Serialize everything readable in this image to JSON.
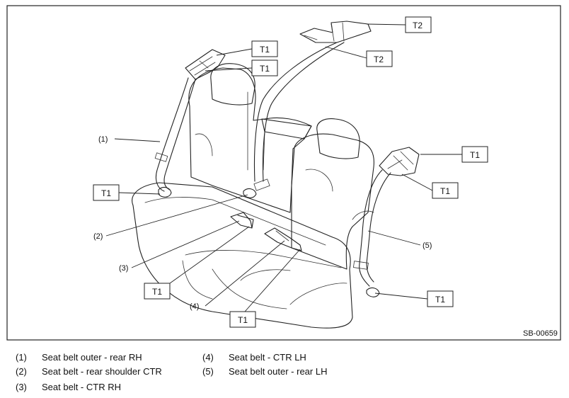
{
  "figure_code": "SB-00659",
  "callouts": {
    "c1": "(1)",
    "c2": "(2)",
    "c3": "(3)",
    "c4": "(4)",
    "c5": "(5)"
  },
  "torque_labels": {
    "t1_a": "T1",
    "t1_b": "T1",
    "t1_c": "T1",
    "t1_d": "T1",
    "t1_e": "T1",
    "t1_f": "T1",
    "t1_g": "T1",
    "t1_h": "T1",
    "t2_a": "T2",
    "t2_b": "T2"
  },
  "legend": [
    {
      "num": "(1)",
      "text": "Seat belt outer - rear RH"
    },
    {
      "num": "(2)",
      "text": "Seat belt - rear shoulder CTR"
    },
    {
      "num": "(3)",
      "text": "Seat belt - CTR RH"
    },
    {
      "num": "(4)",
      "text": "Seat belt - CTR LH"
    },
    {
      "num": "(5)",
      "text": "Seat belt outer - rear LH"
    }
  ]
}
